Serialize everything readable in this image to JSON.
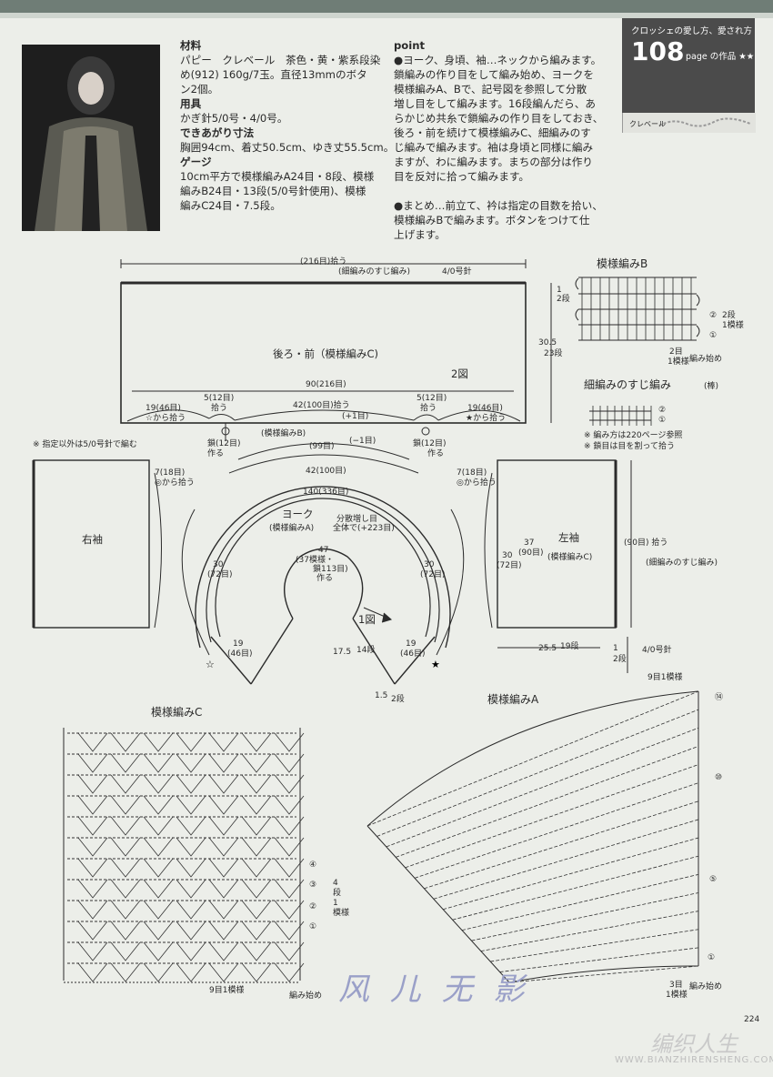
{
  "materials": {
    "head": "材料",
    "l1": "パピー　クレベール　茶色・黄・紫系段染",
    "l2": "め(912) 160g/7玉。直径13mmのボタ",
    "l3": "ン2個。",
    "tools_head": "用具",
    "tools": "かぎ針5/0号・4/0号。",
    "size_head": "できあがり寸法",
    "size": "胸囲94cm、着丈50.5cm、ゆき丈55.5cm。",
    "gauge_head": "ゲージ",
    "g1": "10cm平方で模様編みA24目・8段、模様",
    "g2": "編みB24目・13段(5/0号針使用)、模様",
    "g3": "編みC24目・7.5段。"
  },
  "point": {
    "head": "point",
    "l1": "●ヨーク、身頃、袖…ネックから編みます。",
    "l2": "鎖編みの作り目をして編み始め、ヨークを",
    "l3": "模様編みA、Bで、記号図を参照して分散",
    "l4": "増し目をして編みます。16段編んだら、あ",
    "l5": "らかじめ共糸で鎖編みの作り目をしておき、",
    "l6": "後ろ・前を続けて模様編みC、細編みのす",
    "l7": "じ編みで編みます。袖は身頃と同様に編み",
    "l8": "ますが、わに編みます。まちの部分は作り",
    "l9": "目を反対に拾って編みます。",
    "l10": "●まとめ…前立て、衿は指定の目数を拾い、",
    "l11": "模様編みBで編みます。ボタンをつけて仕",
    "l12": "上げます。"
  },
  "badge": {
    "title": "クロッシェの愛し方、愛され方",
    "num": "108",
    "pg": "page の作品 ★★",
    "yarn": "クレベール"
  },
  "body": {
    "top_pick": "(216目)拾う",
    "top_edge": "(細編みのすじ編み)",
    "top_hook": "4/0号針",
    "title": "後ろ・前（模様編みC)",
    "fig2": "2図",
    "width": "90(216目)",
    "rows_right": "2段",
    "height": "30.5",
    "height_rows": "23段",
    "h_rows_top": "1",
    "l19": "19(46目)",
    "l19b": "☆から拾う",
    "l5": "5(12目)",
    "l5b": "拾う",
    "c42": "42(100目)拾う",
    "c42b": "(+1目)",
    "r5": "5(12目)",
    "r5b": "拾う",
    "r19": "19(46目)",
    "r19b": "★から拾う"
  },
  "note": "※ 指定以外は5/0号針で編む",
  "chain_l": "鎖(12目)",
  "chain_l2": "作る",
  "chain_r": "鎖(12目)",
  "chain_r2": "作る",
  "yoke": {
    "patB": "(模様編みB)",
    "b99": "(99目)",
    "bminus": "(−1目)",
    "b42": "42(100目)",
    "b140": "140(336目)",
    "title": "ヨーク",
    "patA": "(模様編みA)",
    "inc1": "分散増し目",
    "inc2": "全体で(+223目)",
    "n47": "47",
    "n47b": "(37模様・",
    "n47c": "鎖113目)",
    "n47d": "作る",
    "s30": "30",
    "s72": "(72目)",
    "s19": "19",
    "s46": "(46目)",
    "fig1": "1図",
    "r175": "17.5",
    "r14": "14段",
    "r15": "1.5",
    "r2": "2段"
  },
  "rsleeve": {
    "title": "右袖",
    "pick1": "7(18目)",
    "pick2": "◎から拾う"
  },
  "lsleeve": {
    "title1": "左袖",
    "title2": "(模様編みC)",
    "pick1": "7(18目)",
    "pick2": "◎から拾う",
    "s37": "37",
    "s90": "(90目)",
    "s30": "30",
    "s72": "(72目)",
    "pick90": "(90目) 拾う",
    "edge": "(細編みのすじ編み)",
    "w255": "25.5",
    "w19": "19段",
    "one": "1",
    "two": "2段",
    "hook": "4/0号針"
  },
  "patternB": {
    "title": "模様編みB",
    "r2": "②",
    "rep1": "2段",
    "rep2": "1模様",
    "r1": "①",
    "st1": "2目",
    "st2": "1模様",
    "start": "編み始め"
  },
  "sujiami": {
    "title": "細編みのすじ編み",
    "title2": "(棒)",
    "r2": "②",
    "r1": "①",
    "n1": "※ 編み方は220ページ参照",
    "n2": "※ 鎖目は目を割って拾う"
  },
  "patternC": {
    "title": "模様編みC",
    "r4": "④",
    "r3": "③",
    "r2": "②",
    "r1": "①",
    "rep1": "4",
    "rep2": "段",
    "rep3": "1",
    "rep4": "模様",
    "st": "9目1模様",
    "start": "編み始め"
  },
  "patternA": {
    "title": "模様編みA",
    "top": "9目1模様",
    "r14": "⑭",
    "r10": "⑩",
    "r5": "⑤",
    "r1": "①",
    "st1": "3目",
    "st2": "1模様",
    "start": "編み始め"
  },
  "watermark": "风 儿 无 影",
  "logo": "编织人生",
  "url": "WWW.BIANZHIRENSHENG.COM",
  "pagenum": "224"
}
